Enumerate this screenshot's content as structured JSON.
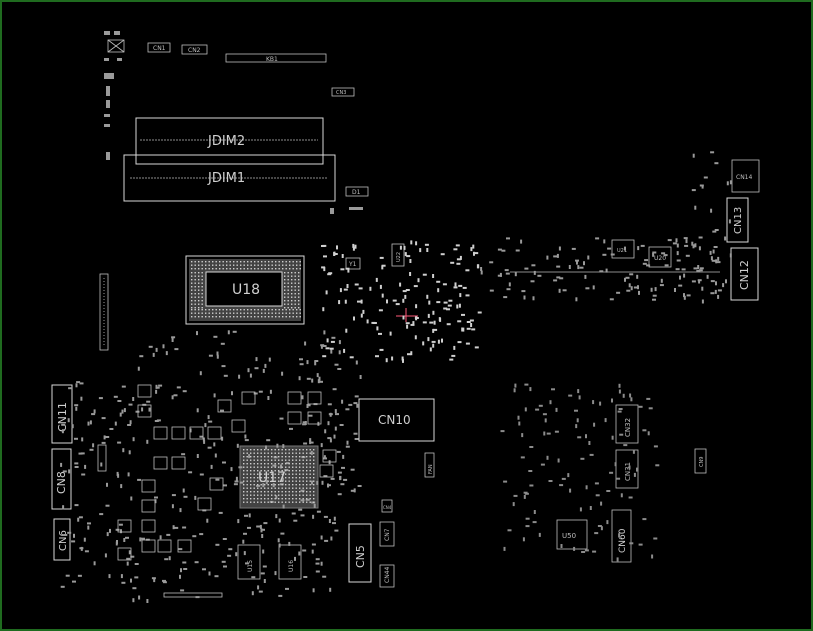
{
  "board": {
    "border_color": "#1f6b1f",
    "background": "#000000",
    "silk_color": "#d9d9d9",
    "marker_color": "#ff5a7a"
  },
  "labels": {
    "jdim2": "JDIM2",
    "jdim1": "JDIM1",
    "u18": "U18",
    "u17": "U17",
    "cn10": "CN10",
    "cn11": "CN11",
    "cn8": "CN8",
    "cn6": "CN6",
    "cn5": "CN5",
    "cn12": "CN12",
    "cn13": "CN13",
    "cn14": "CN14",
    "cn60": "CN60",
    "cn32": "CN32",
    "cn31": "CN31",
    "u50": "U50",
    "u20": "U20",
    "u21": "U21",
    "u15": "U15",
    "u16": "U16",
    "cn4": "CN4",
    "cn7": "CN7",
    "cn9": "CN9",
    "cn44": "CN44",
    "cn2": "CN2",
    "cn1": "CN1",
    "d1": "D1",
    "y1": "Y1",
    "u22": "U22",
    "kb1": "KB1",
    "fan": "FAN",
    "cn3": "CN3"
  }
}
